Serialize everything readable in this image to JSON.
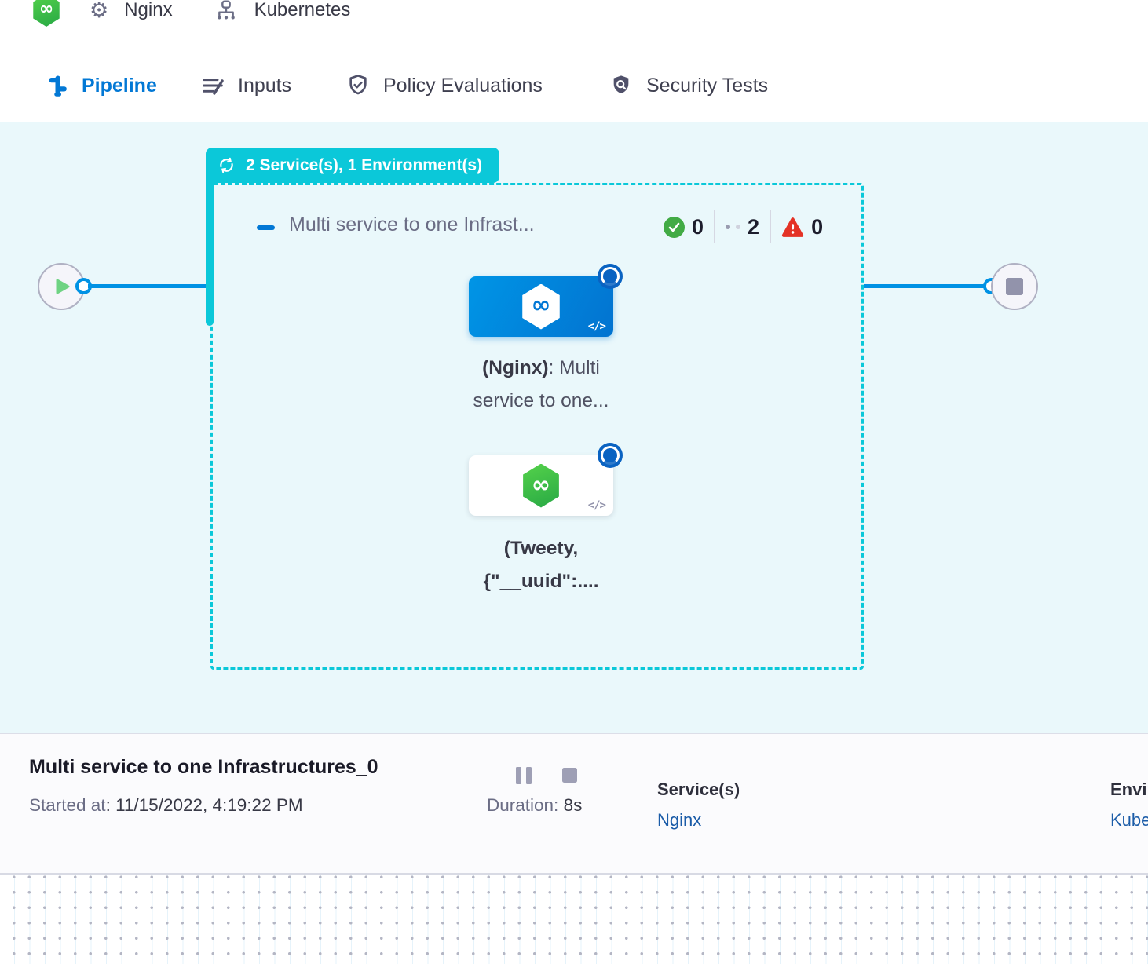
{
  "colors": {
    "accent_blue": "#0278d5",
    "line_blue": "#0092e4",
    "teal": "#0bc8d9",
    "success_green": "#42ab45",
    "fail_red": "#e43326",
    "brand_green": "#3fc14e"
  },
  "top_bar": {
    "service_name": "Nginx",
    "environment_name": "Kubernetes"
  },
  "tabs": [
    {
      "label": "Pipeline",
      "active": true
    },
    {
      "label": "Inputs",
      "active": false
    },
    {
      "label": "Policy Evaluations",
      "active": false
    },
    {
      "label": "Security Tests",
      "active": false
    }
  ],
  "canvas": {
    "loop_badge_label": "2 Service(s), 1 Environment(s)",
    "stage_title": "Multi service to one Infrast...",
    "counts": {
      "success": "0",
      "running": "2",
      "failed": "0"
    },
    "node1": {
      "bold": "(Nginx)",
      "rest": ": Multi service to one..."
    },
    "node2": {
      "bold": "(Tweety, {\"__uuid\":...."
    },
    "code_glyph": "</>"
  },
  "footer": {
    "title": "Multi service to one Infrastructures_0",
    "started_label": "Started at",
    "started_value": ": 11/15/2022, 4:19:22 PM",
    "duration_label": "Duration:",
    "duration_value": "8s",
    "services_label": "Service(s)",
    "services_value": "Nginx",
    "environments_label": "Environment(s)",
    "environments_value": "Kubernetes"
  },
  "icons": {
    "gear": "⚙",
    "infinity": "∞"
  }
}
